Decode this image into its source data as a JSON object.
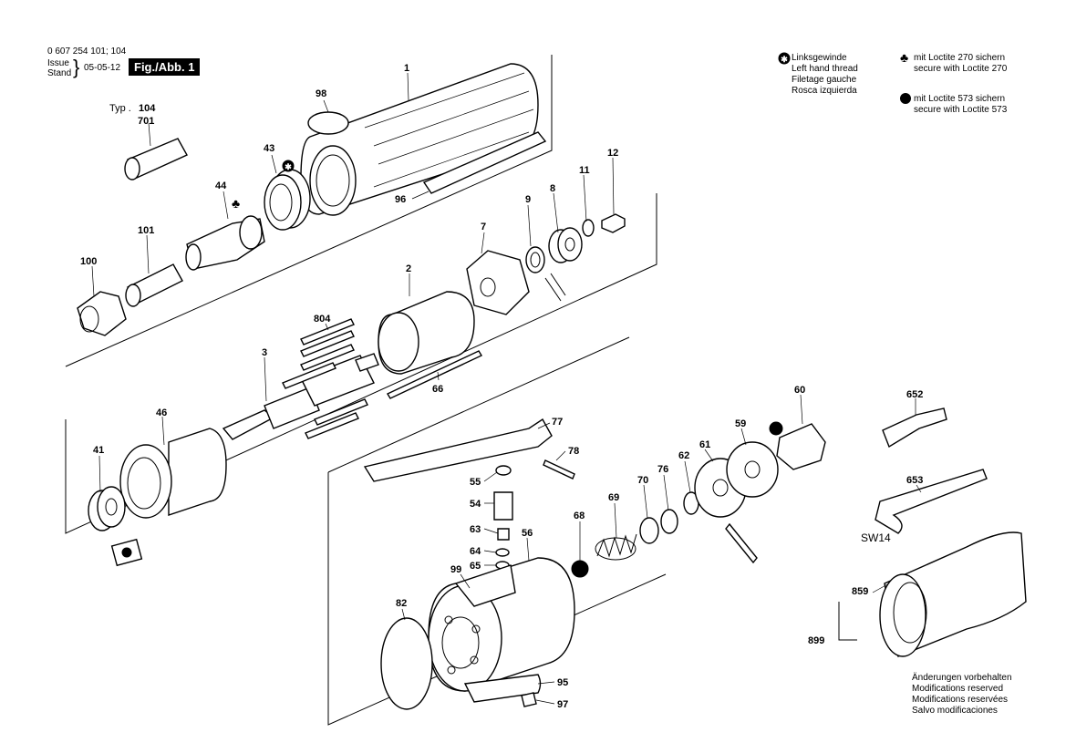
{
  "header": {
    "part_numbers": "0 607 254 101; 104",
    "issue_label": "Issue",
    "stand_label": "Stand",
    "date": "05-05-12",
    "figure": "Fig./Abb. 1"
  },
  "legend": {
    "left_hand_thread": [
      "Linksgewinde",
      "Left hand thread",
      "Filetage gauche",
      "Rosca izquierda"
    ],
    "loctite_270": [
      "mit Loctite 270 sichern",
      "secure with Loctite 270"
    ],
    "loctite_573": [
      "mit Loctite 573 sichern",
      "secure with Loctite 573"
    ]
  },
  "typ_label": "Typ .",
  "typ_value": "104",
  "wrench_size": "SW14",
  "parts": {
    "p1": "1",
    "p2": "2",
    "p3": "3",
    "p7": "7",
    "p8": "8",
    "p9": "9",
    "p11": "11",
    "p12": "12",
    "p41": "41",
    "p43": "43",
    "p44": "44",
    "p46": "46",
    "p54": "54",
    "p55": "55",
    "p56": "56",
    "p59": "59",
    "p60": "60",
    "p61": "61",
    "p62": "62",
    "p63": "63",
    "p64": "64",
    "p65": "65",
    "p66": "66",
    "p68": "68",
    "p69": "69",
    "p70": "70",
    "p76": "76",
    "p77": "77",
    "p78": "78",
    "p82": "82",
    "p95": "95",
    "p96": "96",
    "p97": "97",
    "p98": "98",
    "p99": "99",
    "p100": "100",
    "p101": "101",
    "p652": "652",
    "p653": "653",
    "p701": "701",
    "p804": "804",
    "p859": "859",
    "p899": "899"
  },
  "footer": [
    "Änderungen vorbehalten",
    "Modifications reserved",
    "Modifications reservées",
    "Salvo modificaciones"
  ],
  "icons": {
    "left_thread": "circle-star-icon",
    "loctite_270": "club-icon",
    "loctite_573": "filled-dot-icon"
  }
}
